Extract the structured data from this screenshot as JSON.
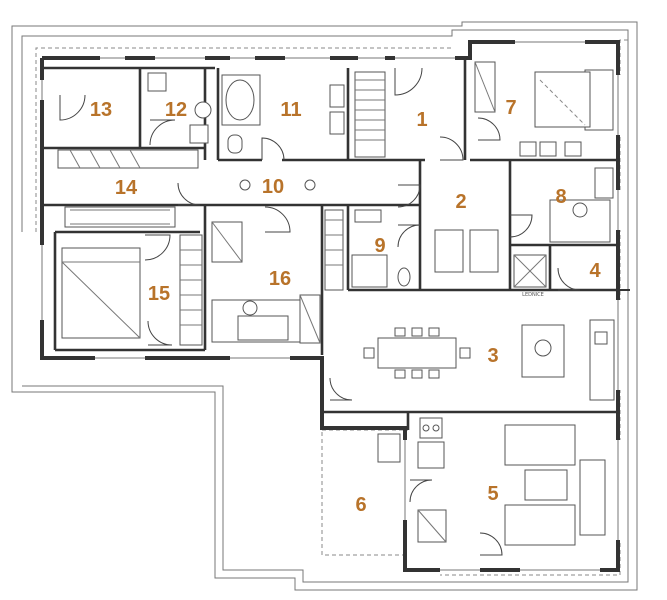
{
  "plan": {
    "rooms": [
      {
        "id": "room-1",
        "label": "1"
      },
      {
        "id": "room-2",
        "label": "2"
      },
      {
        "id": "room-3",
        "label": "3"
      },
      {
        "id": "room-4",
        "label": "4"
      },
      {
        "id": "room-5",
        "label": "5"
      },
      {
        "id": "room-6",
        "label": "6"
      },
      {
        "id": "room-7",
        "label": "7"
      },
      {
        "id": "room-8",
        "label": "8"
      },
      {
        "id": "room-9",
        "label": "9"
      },
      {
        "id": "room-10",
        "label": "10"
      },
      {
        "id": "room-11",
        "label": "11"
      },
      {
        "id": "room-12",
        "label": "12"
      },
      {
        "id": "room-13",
        "label": "13"
      },
      {
        "id": "room-14",
        "label": "14"
      },
      {
        "id": "room-15",
        "label": "15"
      },
      {
        "id": "room-16",
        "label": "16"
      }
    ],
    "small_text": "LEDNICE",
    "colors": {
      "label": "#b8732a",
      "wall": "#333333",
      "line": "#777777"
    }
  }
}
